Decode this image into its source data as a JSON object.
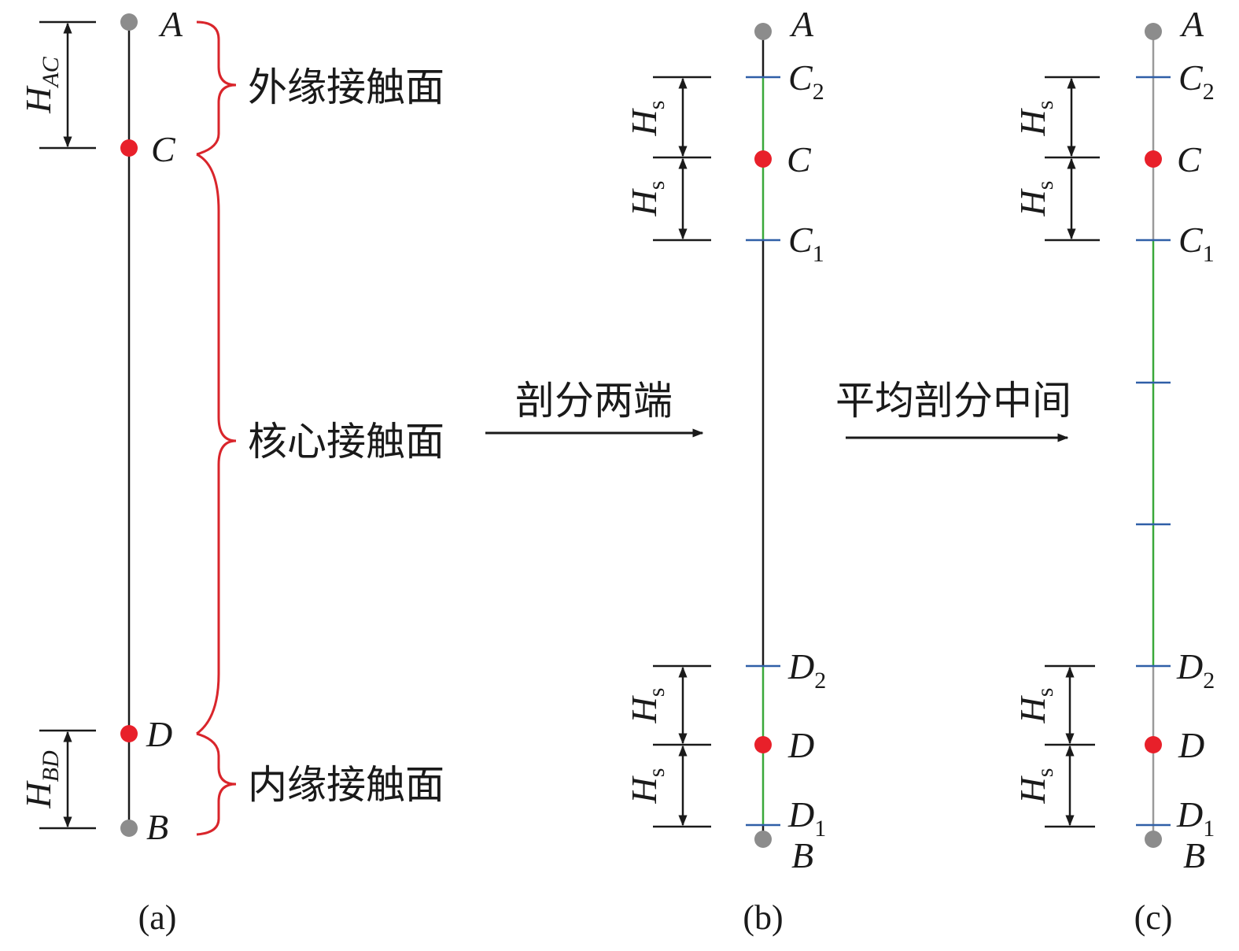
{
  "colors": {
    "line": "#1a1a1a",
    "point_end": "#8c8c8c",
    "point_key": "#e8202a",
    "brace": "#d9252b",
    "division_tick": "#2f5fa7",
    "segment_green": "#3aa83a",
    "segment_gray": "#9a9a9a"
  },
  "panel_a": {
    "caption": "(a)",
    "point_labels": {
      "A": "A",
      "C": "C",
      "D": "D",
      "B": "B"
    },
    "dimensions": {
      "hac": {
        "main": "H",
        "sub": "AC"
      },
      "hbd": {
        "main": "H",
        "sub": "BD"
      }
    },
    "brace_labels": {
      "outer": "外缘接触面",
      "core": "核心接触面",
      "inner": "内缘接触面"
    }
  },
  "arrows": {
    "step1": "剖分两端",
    "step2": "平均剖分中间"
  },
  "panel_b": {
    "caption": "(b)",
    "point_labels": {
      "A": "A",
      "C2": {
        "main": "C",
        "sub": "2"
      },
      "C": "C",
      "C1": {
        "main": "C",
        "sub": "1"
      },
      "D2": {
        "main": "D",
        "sub": "2"
      },
      "D": "D",
      "D1": {
        "main": "D",
        "sub": "1"
      },
      "B": "B"
    },
    "dimension": {
      "main": "H",
      "sub": "s"
    }
  },
  "panel_c": {
    "caption": "(c)",
    "point_labels": {
      "A": "A",
      "C2": {
        "main": "C",
        "sub": "2"
      },
      "C": "C",
      "C1": {
        "main": "C",
        "sub": "1"
      },
      "D2": {
        "main": "D",
        "sub": "2"
      },
      "D": "D",
      "D1": {
        "main": "D",
        "sub": "1"
      },
      "B": "B"
    },
    "dimension": {
      "main": "H",
      "sub": "s"
    }
  }
}
